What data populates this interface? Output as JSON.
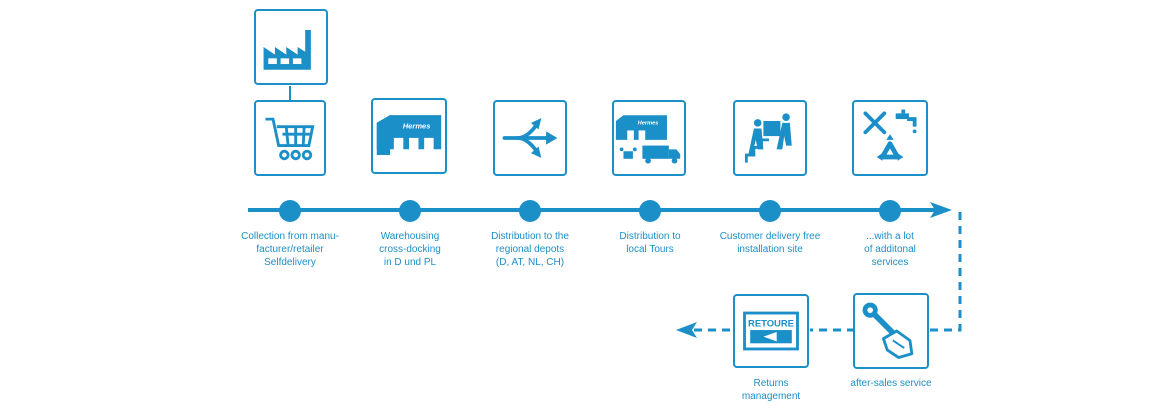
{
  "steps": [
    {
      "icon": "shopping-cart-icon",
      "label": "Collection from manu-\nfacturer/retailer\nSelfdelivery"
    },
    {
      "icon": "warehouse-icon",
      "label": "Warehousing\ncross-docking\nin D und PL",
      "brand": "Hermes"
    },
    {
      "icon": "branch-arrows-icon",
      "label": "Distribution to the\nregional depots\n(D, AT, NL, CH)"
    },
    {
      "icon": "depot-truck-icon",
      "label": "Distribution to\nlocal Tours",
      "brand": "Hermes"
    },
    {
      "icon": "stairs-delivery-icon",
      "label": "Customer delivery free\ninstallation site"
    },
    {
      "icon": "tools-recycle-icon",
      "label": "...with a lot\nof additonal\nservices"
    }
  ],
  "top_icon": "factory-icon",
  "after_sales": {
    "icon": "wrench-hand-icon",
    "label": "after-sales service"
  },
  "returns": {
    "icon": "retoure-sign-icon",
    "label": "Returns\nmanagement",
    "sign_text": "RETOURE"
  },
  "colors": {
    "accent": "#1b8fc8",
    "background": "#ffffff"
  }
}
